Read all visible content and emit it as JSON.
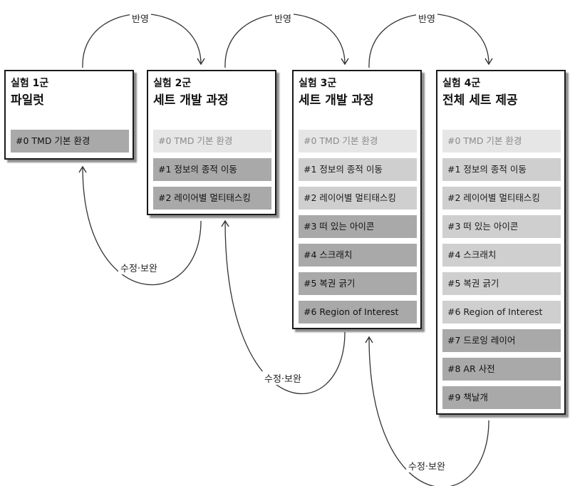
{
  "groups": [
    {
      "title": "실험 1군",
      "subtitle": "파일럿",
      "items": [
        {
          "label": "#0 TMD 기본 환경",
          "shade": "s2"
        }
      ]
    },
    {
      "title": "실험 2군",
      "subtitle": "세트 개발 과정",
      "items": [
        {
          "label": "#0 TMD 기본 환경",
          "shade": "s0"
        },
        {
          "label": "#1 정보의 종적 이동",
          "shade": "s2"
        },
        {
          "label": "#2 레이어별 멀티태스킹",
          "shade": "s2"
        }
      ]
    },
    {
      "title": "실험 3군",
      "subtitle": "세트 개발 과정",
      "items": [
        {
          "label": "#0 TMD 기본 환경",
          "shade": "s0"
        },
        {
          "label": "#1 정보의 종적 이동",
          "shade": "s1"
        },
        {
          "label": "#2 레이어별 멀티태스킹",
          "shade": "s1"
        },
        {
          "label": "#3 떠 있는 아이콘",
          "shade": "s2"
        },
        {
          "label": "#4 스크래치",
          "shade": "s2"
        },
        {
          "label": "#5 복권 긁기",
          "shade": "s2"
        },
        {
          "label": "#6 Region of Interest",
          "shade": "s2"
        }
      ]
    },
    {
      "title": "실험 4군",
      "subtitle": "전체 세트 제공",
      "items": [
        {
          "label": "#0 TMD 기본 환경",
          "shade": "s0"
        },
        {
          "label": "#1 정보의 종적 이동",
          "shade": "s1"
        },
        {
          "label": "#2 레이어별 멀티태스킹",
          "shade": "s1"
        },
        {
          "label": "#3 떠 있는 아이콘",
          "shade": "s1"
        },
        {
          "label": "#4 스크래치",
          "shade": "s1"
        },
        {
          "label": "#5 복권 긁기",
          "shade": "s1"
        },
        {
          "label": "#6 Region of Interest",
          "shade": "s1"
        },
        {
          "label": "#7 드로잉 레이어",
          "shade": "s2"
        },
        {
          "label": "#8 AR 사전",
          "shade": "s2"
        },
        {
          "label": "#9 책날개",
          "shade": "s2"
        }
      ]
    }
  ],
  "arrows": {
    "forward_label": "반영",
    "backward_label": "수정·보완"
  },
  "colors": {
    "item_shade_s0": "#e6e6e6",
    "item_shade_s1": "#cfcfcf",
    "item_shade_s2": "#a9a9a9",
    "border": "#1a1a1a"
  }
}
